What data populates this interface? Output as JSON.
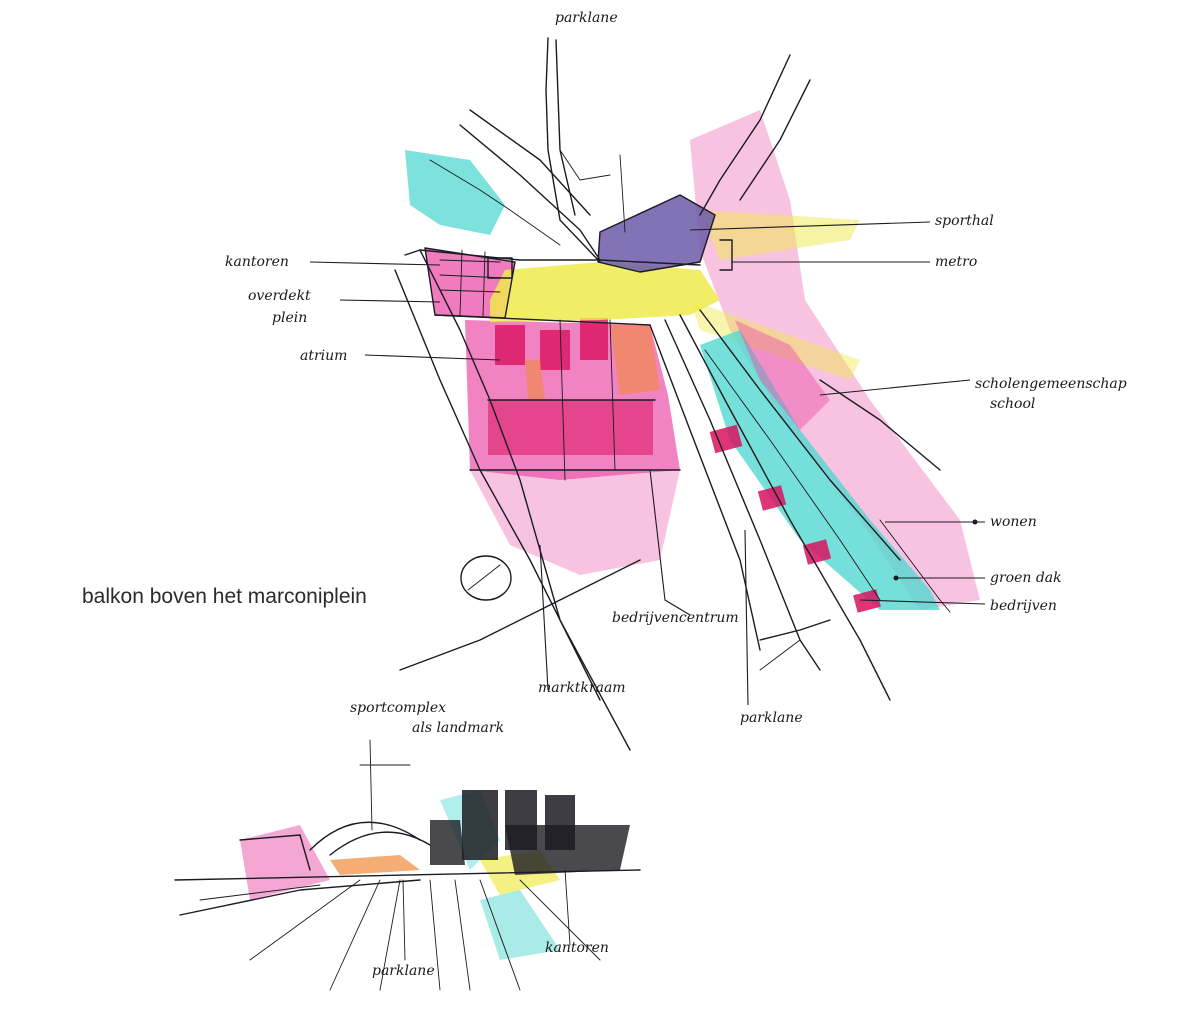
{
  "caption": "balkon boven het marconiplein",
  "labels": {
    "parklane_top": "parklane",
    "kantoren": "kantoren",
    "overdekt_plein_line1": "overdekt",
    "overdekt_plein_line2": "plein",
    "atrium": "atrium",
    "sporthal": "sporthal",
    "metro": "metro",
    "scholengemeenschap_line1": "scholengemeenschap",
    "scholengemeenschap_line2": "school",
    "wonen": "wonen",
    "groen_dak": "groen dak",
    "bedrijven": "bedrijven",
    "bedrijvencentrum": "bedrijvencentrum",
    "marktkraam": "marktkraam",
    "parklane_bottom": "parklane",
    "sportcomplex_line1": "sportcomplex",
    "sportcomplex_line2": "als landmark",
    "parklane_elev": "parklane",
    "kantoren_elev": "kantoren"
  },
  "colors": {
    "pink": "#ec4fa9",
    "magenta": "#d8125f",
    "cyan": "#52d8d0",
    "yellow": "#f0ea4c",
    "purple": "#6b5aa8",
    "orange": "#f08a3a",
    "ink": "#1b1b22"
  }
}
